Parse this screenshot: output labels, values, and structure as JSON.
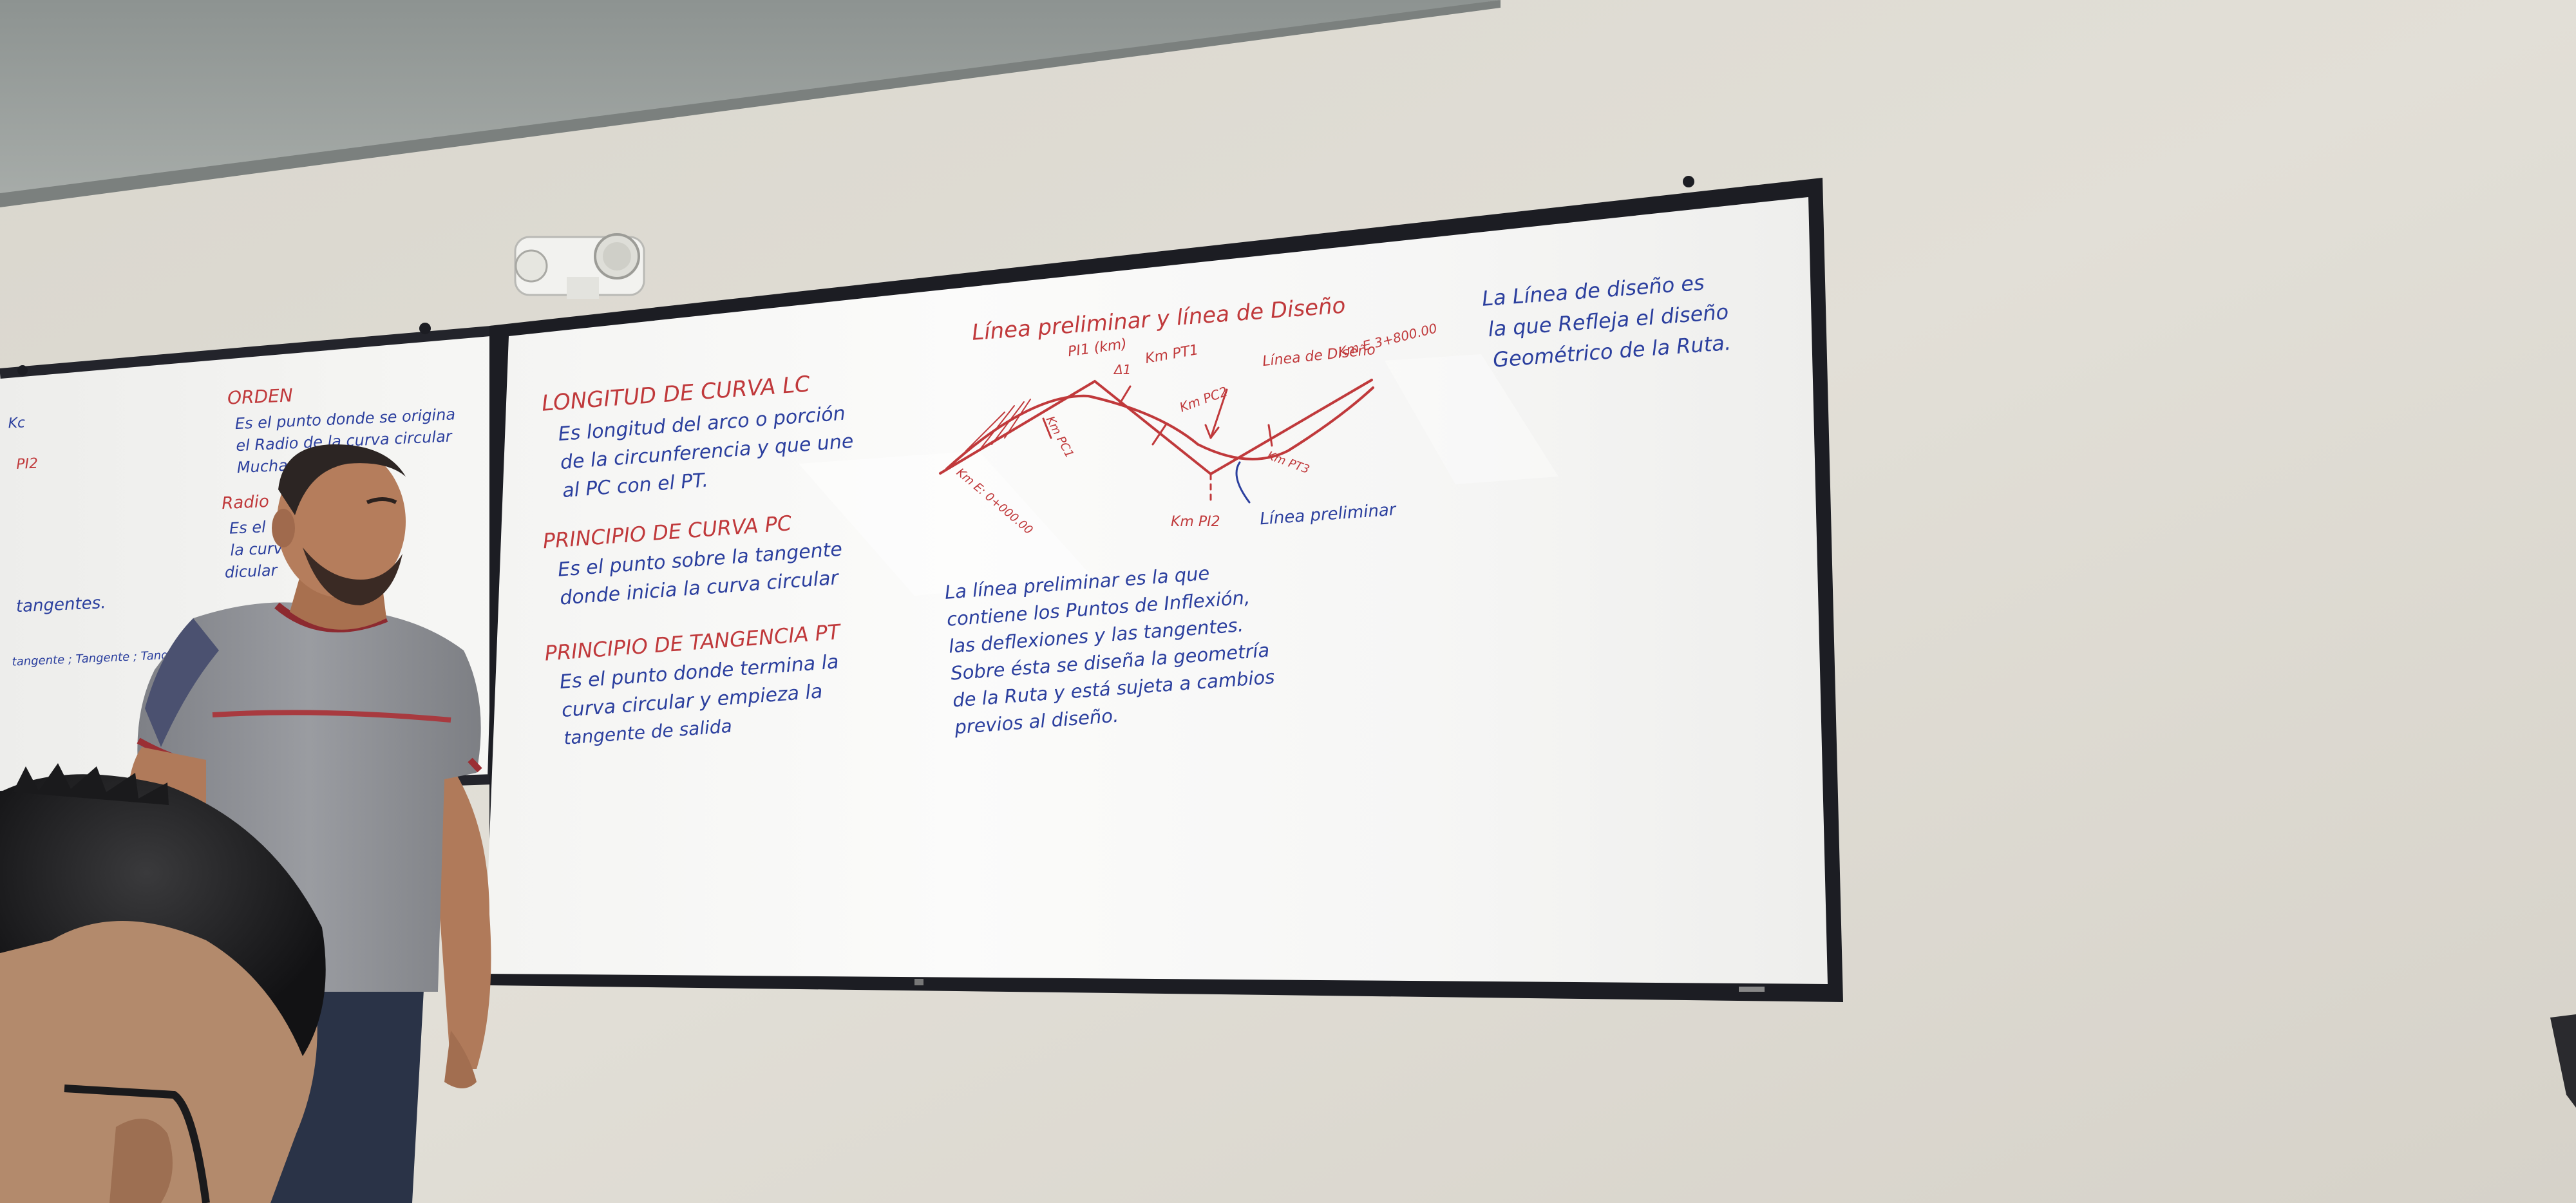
{
  "left_board": {
    "fragment_top": "Kc",
    "fragment_pt2": "PI2",
    "orden_heading": "ORDEN",
    "orden_lines": [
      "Es el punto donde se origina",
      "el Radio de la curva circular",
      "Muchas"
    ],
    "radio_heading": "Radio",
    "radio_lines": [
      "Es el",
      "la curva",
      "dicular"
    ],
    "tangentes": "tangentes.",
    "tangente_row": "tangente ; Tangente ; Tangente"
  },
  "main_board": {
    "longitud_heading": "LONGITUD DE CURVA LC",
    "longitud_lines": [
      "Es longitud del arco o porción",
      "de la circunferencia y que une",
      "al PC con el PT."
    ],
    "principio_curva_heading": "PRINCIPIO DE CURVA PC",
    "principio_curva_lines": [
      "Es el punto sobre la tangente",
      "donde inicia la curva circular"
    ],
    "principio_tangencia_heading": "PRINCIPIO DE TANGENCIA PT",
    "principio_tangencia_lines": [
      "Es el punto donde termina la",
      "curva circular y empieza la",
      "tangente de salida"
    ],
    "diagram_title": "Línea preliminar y línea de Diseño",
    "diagram_labels": {
      "pi1": "PI1 (km)",
      "delta": "Δ1",
      "km_pt1": "Km PT1",
      "linea_diseno": "Línea de Diseño",
      "km_final": "Km E 3+800.00",
      "km_pc1": "Km PC1",
      "km_pc2": "Km PC2",
      "km_pt3": "Km PT3",
      "km_start": "Km E: 0+000.00",
      "km_pi2": "Km PI2",
      "linea_preliminar": "Línea preliminar"
    },
    "preliminar_lines": [
      "La línea preliminar es la que",
      "contiene los Puntos de Inflexión,",
      "las deflexiones y las tangentes.",
      "Sobre ésta se diseña la geometría",
      "de la Ruta y está sujeta a cambios",
      "previos al diseño."
    ],
    "diseno_lines": [
      "La Línea de diseño es",
      "la que Refleja el diseño",
      "Geométrico de la Ruta."
    ]
  }
}
